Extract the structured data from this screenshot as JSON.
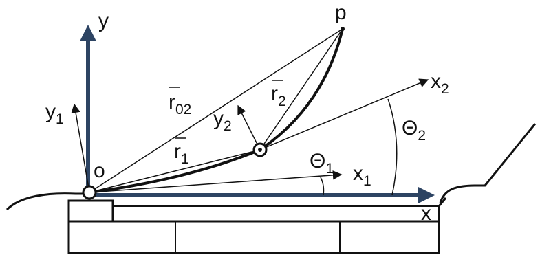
{
  "colors": {
    "axis": "#2d4463",
    "ink": "#111111",
    "background": "#ffffff"
  },
  "labels": {
    "y_axis": "y",
    "x_axis": "x",
    "origin": "o",
    "point_p": "p",
    "x1_base": "x",
    "x1_sub": "1",
    "y1_base": "y",
    "y1_sub": "1",
    "x2_base": "x",
    "x2_sub": "2",
    "y2_base": "y",
    "y2_sub": "2",
    "theta1_base": "Θ",
    "theta1_sub": "1",
    "theta2_base": "Θ",
    "theta2_sub": "2",
    "r02_base": "r",
    "r02_sub": "02",
    "r1_base": "r",
    "r1_sub": "1",
    "r2_base": "r",
    "r2_sub": "2"
  }
}
